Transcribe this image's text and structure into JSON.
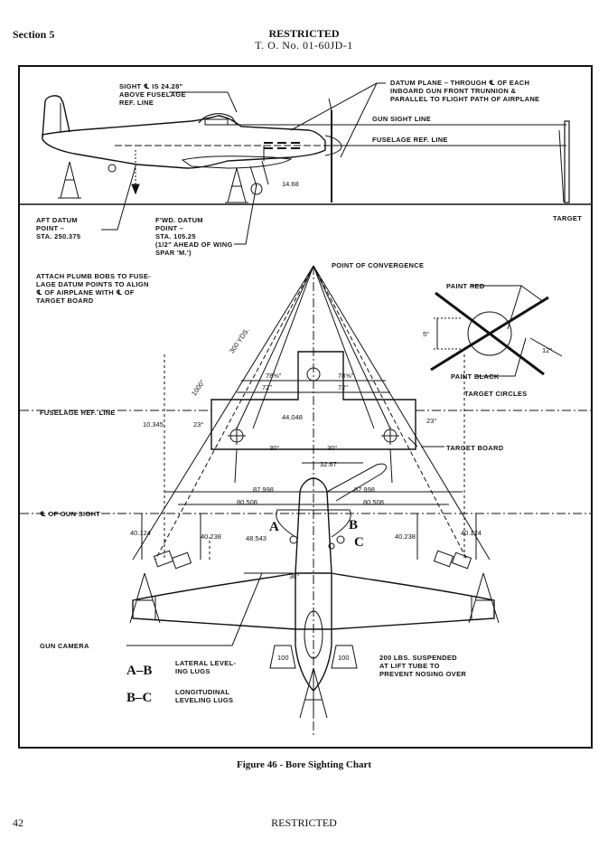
{
  "header": {
    "section": "Section 5",
    "classification": "RESTRICTED",
    "to_number": "T. O. No. 01-60JD-1"
  },
  "side_view": {
    "sight_note": [
      "SIGHT ℄ IS 24.28\"",
      "ABOVE FUSELAGE",
      "REF. LINE"
    ],
    "datum_plane_note": [
      "DATUM PLANE – THROUGH ℄ OF EACH",
      "INBOARD GUN FRONT TRUNNION &",
      "PARALLEL TO FLIGHT PATH OF AIRPLANE"
    ],
    "gun_sight_line": "GUN SIGHT LINE",
    "fuselage_ref_line": "FUSELAGE REF. LINE",
    "dim_1468": "14.68",
    "target": "TARGET",
    "aft_datum": [
      "AFT DATUM",
      "POINT –",
      "STA. 250.375"
    ],
    "fwd_datum": [
      "F'WD. DATUM",
      "POINT –",
      "STA. 105.25",
      "(1/2\" AHEAD OF WING",
      "SPAR 'M.')"
    ],
    "plumb_note": [
      "ATTACH PLUMB BOBS TO FUSE-",
      "LAGE DATUM POINTS TO ALIGN",
      "℄ OF AIRPLANE WITH ℄ OF",
      "TARGET BOARD"
    ]
  },
  "target_circles": {
    "paint_red": "PAINT RED",
    "paint_black": "PAINT BLACK",
    "dim_5": "5\"",
    "dim_12": "12\"",
    "title": "TARGET CIRCLES"
  },
  "plan_view": {
    "point_of_convergence": "POINT OF CONVERGENCE",
    "yds_300": "300 YDS.",
    "dim_1000": "1000\"",
    "dim_78_l": "78⅝\"",
    "dim_78_r": "78⅝\"",
    "dim_72_l": "72\"",
    "dim_72_r": "72\"",
    "dim_44048": "44.048",
    "dim_10345": "10.345",
    "angle_23_l": "23°",
    "angle_23_r": "23°",
    "angle_30_l": "30°",
    "angle_30_r": "30°",
    "dim_3267": "32.67",
    "fuselage_ref_line": "FUSELAGE REF. LINE",
    "target_board": "TARGET BOARD",
    "dim_87998_l": "87.998",
    "dim_87998_r": "87.998",
    "dim_80508_l": "80.508",
    "dim_80508_r": "80.508",
    "gun_sight": "℄ OF GUN SIGHT",
    "dim_40124_l": "40.124",
    "dim_40124_r": "40.124",
    "dim_40238_l": "40.238",
    "dim_40238_r": "40.238",
    "dim_48543": "48.543",
    "dim_36": "36\"",
    "lug_a": "A",
    "lug_b": "B",
    "lug_c": "C",
    "gun_camera": "GUN CAMERA",
    "weight_100_l": "100",
    "weight_100_r": "100",
    "weight_note": [
      "200 LBS. SUSPENDED",
      "AT LIFT TUBE TO",
      "PREVENT NOSING OVER"
    ]
  },
  "legend": [
    {
      "key": "A–B",
      "text": [
        "LATERAL LEVEL-",
        "ING LUGS"
      ]
    },
    {
      "key": "B–C",
      "text": [
        "LONGITUDINAL",
        "LEVELING LUGS"
      ]
    }
  ],
  "caption": "Figure 46 - Bore Sighting Chart",
  "footer": {
    "page": "42",
    "classification": "RESTRICTED"
  }
}
